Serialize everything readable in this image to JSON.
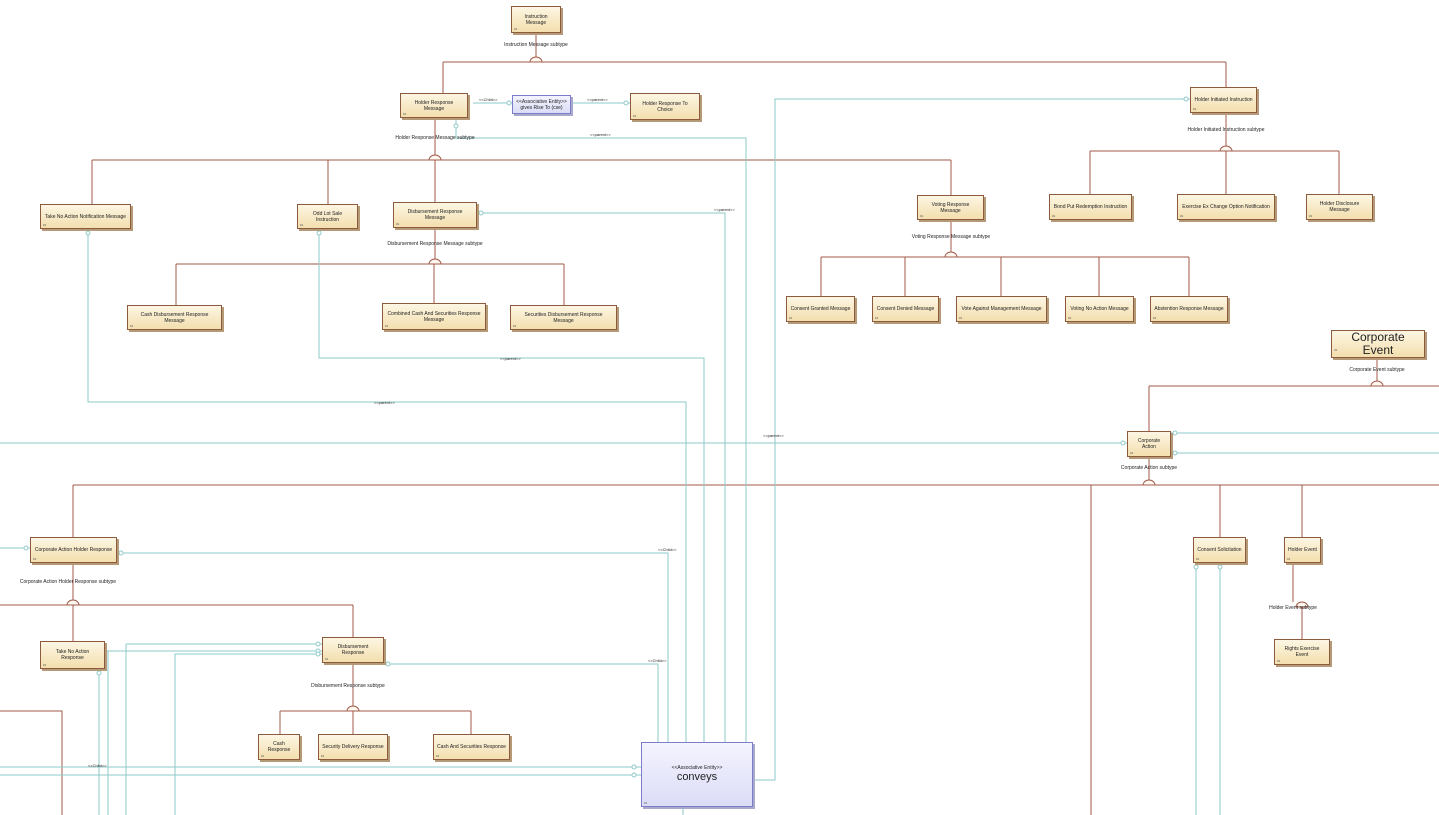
{
  "entities": {
    "instruction_message": "Instruction Message",
    "holder_response_message": "Holder Response Message",
    "gives_rise_to_stereotype": "<<Associative Entity>>",
    "gives_rise_to": "gives Rise To (cse)",
    "holder_response_to_choice": "Holder Response To Choice",
    "holder_initiated_instruction": "Holder Initiated Instruction",
    "take_no_action_notification_message": "Take No Action Notification Message",
    "odd_lot_sale_instruction": "Odd Lot Sale Instruction",
    "disbursement_response_message": "Disbursement Response Message",
    "voting_response_message": "Voting Response Message",
    "bond_put_redemption_instruction": "Bond Put Redemption Instruction",
    "exercise_ex_change_option_notification": "Exercise Ex Change Option Notification",
    "holder_disclosure_message": "Holder Disclosure Message",
    "cash_disbursement_response_message": "Cash Disbursement Response Message",
    "combined_cash_and_securities_response_message": "Combined Cash And Securities Response Message",
    "securities_disbursement_response_message": "Securities Disbursement Response Message",
    "consent_granted_message": "Consent Granted Message",
    "consent_denied_message": "Consent Denied Message",
    "vote_against_management_message": "Vote Against Management Message",
    "voting_no_action_message": "Voting No Action Message",
    "abstention_response_message": "Abstention Response Message",
    "corporate_event": "Corporate Event",
    "corporate_action": "Corporate Action",
    "corporate_action_holder_response": "Corporate Action Holder Response",
    "consent_solicitation": "Consent Solicitation",
    "holder_event": "Holder Event",
    "rights_exercise_event": "Rights Exercise Event",
    "take_no_action_response": "Take No Action Response",
    "disbursement_response": "Disbursement Response",
    "cash_response": "Cash Response",
    "security_delivery_response": "Security Delivery Response",
    "cash_and_securities_response": "Cash And Securities Response",
    "conveys_stereotype": "<<Associative Entity>>",
    "conveys": "conveys"
  },
  "entity_number": "#1",
  "subtype_labels": {
    "instruction_message_subtype": "Instruction Message subtype",
    "holder_response_message_subtype": "Holder Response Message subtype",
    "holder_initiated_instruction_subtype": "Holder Initiated Instruction subtype",
    "disbursement_response_message_subtype": "Disbursement Response Message subtype",
    "voting_response_message_subtype": "Voting Response Message subtype",
    "corporate_event_subtype": "Corporate Event subtype",
    "corporate_action_subtype": "Corporate Action subtype",
    "corporate_action_holder_response_subtype": "Corporate Action Holder Response subtype",
    "holder_event_subtype": "Holder Event subtype",
    "disbursement_response_subtype": "Disbursement Response subtype"
  },
  "roles": {
    "child": "<<Child>>",
    "parent": "<<parent>>"
  },
  "colors": {
    "generalization_line": "#9c4a3a",
    "association_line": "#7cc4c4",
    "entity_border": "#8c5a3c",
    "associative_border": "#7c7cc8"
  }
}
